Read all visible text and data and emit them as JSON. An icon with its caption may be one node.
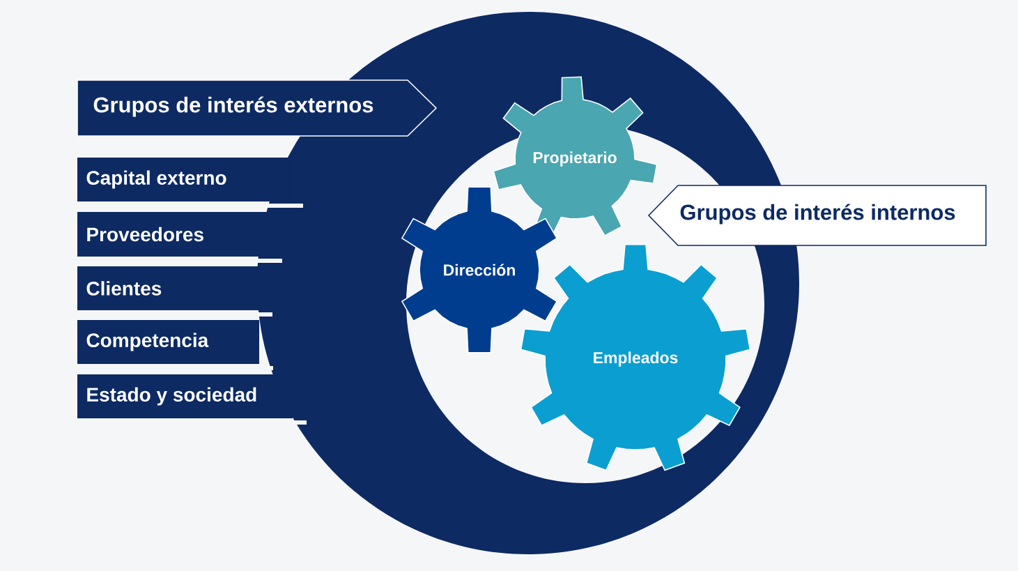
{
  "diagram": {
    "nodes": [
      {
        "text": [
          "Grupos de interés externos"
        ]
      },
      {
        "text": [
          "Capital externo"
        ]
      },
      {
        "text": [
          "Proveedores"
        ]
      },
      {
        "text": [
          "Clientes"
        ]
      },
      {
        "text": [
          "Competencia"
        ]
      },
      {
        "text": [
          "Estado y sociedad"
        ]
      },
      {
        "text": [
          "Grupos de interés internos"
        ]
      },
      {
        "text": [
          "Propietario"
        ]
      },
      {
        "text": [
          "Dirección"
        ]
      },
      {
        "text": [
          "Empleados"
        ]
      }
    ]
  }
}
